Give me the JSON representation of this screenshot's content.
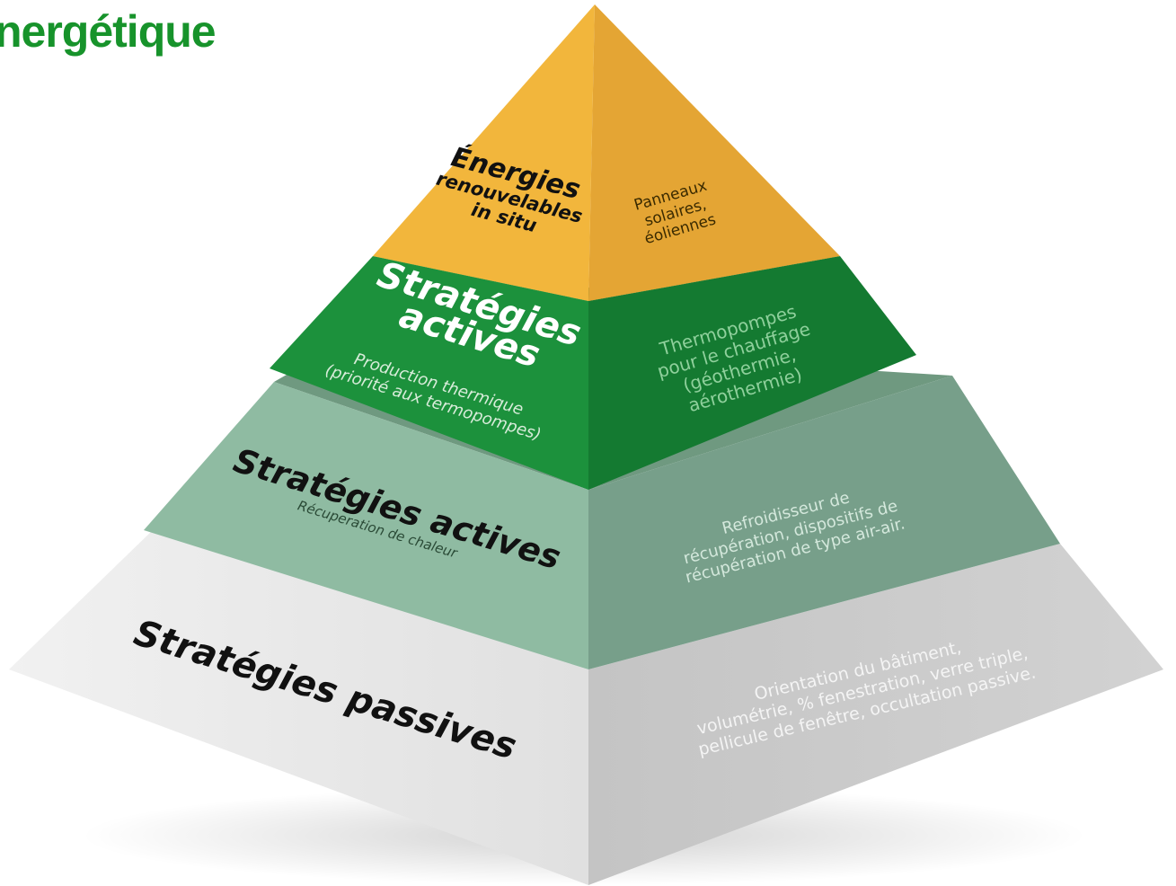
{
  "title": "nergétique",
  "colors": {
    "brand_green": "#17932b",
    "tier1_left": "#f0b43a",
    "tier1_right": "#e2a434",
    "tier2_left": "#1b8f3a",
    "tier2_right": "#137a30",
    "tier3_left": "#8fbba2",
    "tier3_right": "#769f89",
    "tier4_left": "#e9e9e9",
    "tier4_right": "#cbcbcb"
  },
  "tiers": [
    {
      "id": "renewables",
      "title_line1": "Énergies",
      "title_line2": "renouvelables",
      "title_line3": "in situ",
      "examples_line1": "Panneaux",
      "examples_line2": "solaires,",
      "examples_line3": "éoliennes"
    },
    {
      "id": "active-thermal",
      "title_line1": "Stratégies",
      "title_line2": "actives",
      "subtitle_line1": "Production thermique",
      "subtitle_line2": "(priorité aux termopompes)",
      "examples_line1": "Thermopompes",
      "examples_line2": "pour le chauffage",
      "examples_line3": "(géothermie,",
      "examples_line4": "aérothermie)"
    },
    {
      "id": "active-recovery",
      "title": "Stratégies actives",
      "subtitle": "Récuperation de chaleur",
      "examples_line1": "Refroidisseur de",
      "examples_line2": "récupération, dispositifs de",
      "examples_line3": "récupération de type air-air."
    },
    {
      "id": "passive",
      "title": "Stratégies passives",
      "examples_line1": "Orientation du bâtiment,",
      "examples_line2": "volumétrie, % fenestration, verre triple,",
      "examples_line3": "pellicule de fenêtre, occultation passive."
    }
  ]
}
